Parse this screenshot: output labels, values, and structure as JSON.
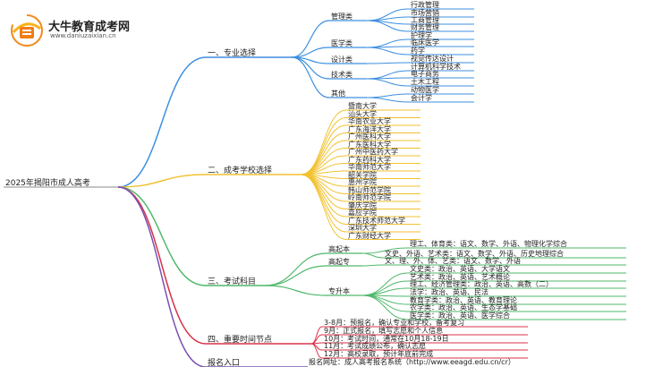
{
  "logo": {
    "name": "大牛教育成考网",
    "url": "www.daniuzaixian.cn"
  },
  "root": "2025年揭阳市成人高考",
  "sections": {
    "s1": {
      "title": "一、专业选择",
      "groups": {
        "guanli": {
          "label": "管理类",
          "items": [
            "行政管理",
            "市场营销",
            "工商管理",
            "财务管理"
          ]
        },
        "yixue": {
          "label": "医学类",
          "items": [
            "护理学",
            "临床医学",
            "药学"
          ]
        },
        "sheji": {
          "label": "设计类",
          "items": [
            "视觉传达设计"
          ]
        },
        "jishu": {
          "label": "技术类",
          "items": [
            "计算机科学技术",
            "电子商务",
            "土木工程"
          ]
        },
        "qita": {
          "label": "其他",
          "items": [
            "动物医学",
            "会计学"
          ]
        }
      }
    },
    "s2": {
      "title": "二、成考学校选择",
      "schools": [
        "暨南大学",
        "汕头大学",
        "华南农业大学",
        "广东海洋大学",
        "广州医科大学",
        "广东医科大学",
        "广州中医药大学",
        "广东药科大学",
        "华南师范大学",
        "韶关学院",
        "惠州学院",
        "韩山师范学院",
        "岭南师范学院",
        "肇庆学院",
        "嘉应学院",
        "广东技术师范大学",
        "深圳大学",
        "广东财经大学"
      ]
    },
    "s3": {
      "title": "三、考试科目",
      "gqb": {
        "label": "高起本",
        "items": [
          "理工、体育类：语文、数学、外语、物理化学综合",
          "文史、外语、艺术类：语文、数学、外语、历史地理综合"
        ]
      },
      "gqz": {
        "label": "高起专",
        "items": [
          "文、理、外、体、艺类：语文、数学、外语"
        ]
      },
      "zsb": {
        "label": "专升本",
        "items": [
          "文史类：政治、英语、大学语文",
          "艺术类：政治、英语、艺术概论",
          "理工、经济管理类：政治、英语、高数（二）",
          "法学：政治、英语、民法",
          "教育学类：政治、英语、教育理论",
          "农学类：政治、英语、生态学基础",
          "医学类：政治、英语、医学综合"
        ]
      }
    },
    "s4": {
      "title": "四、重要时间节点",
      "items": [
        "3-8月：预报名，确认专业和学校，备考复习",
        "9月：正式报名，填写志愿和个人信息",
        "10月：考试时间，通常在10月18-19日",
        "11月：考试成绩公布，确认志愿",
        "12月：高校录取，预计年底前完成"
      ]
    },
    "s5": {
      "title": "报名入口",
      "items": [
        "报名网址：成人高考报名系统（http://www.eeagd.edu.cn/cr）"
      ]
    }
  },
  "colors": {
    "blue": "#3d8fe0",
    "yellow": "#f2c230",
    "green": "#4fb86a",
    "red": "#d9324a",
    "purple": "#7a4fb0"
  }
}
